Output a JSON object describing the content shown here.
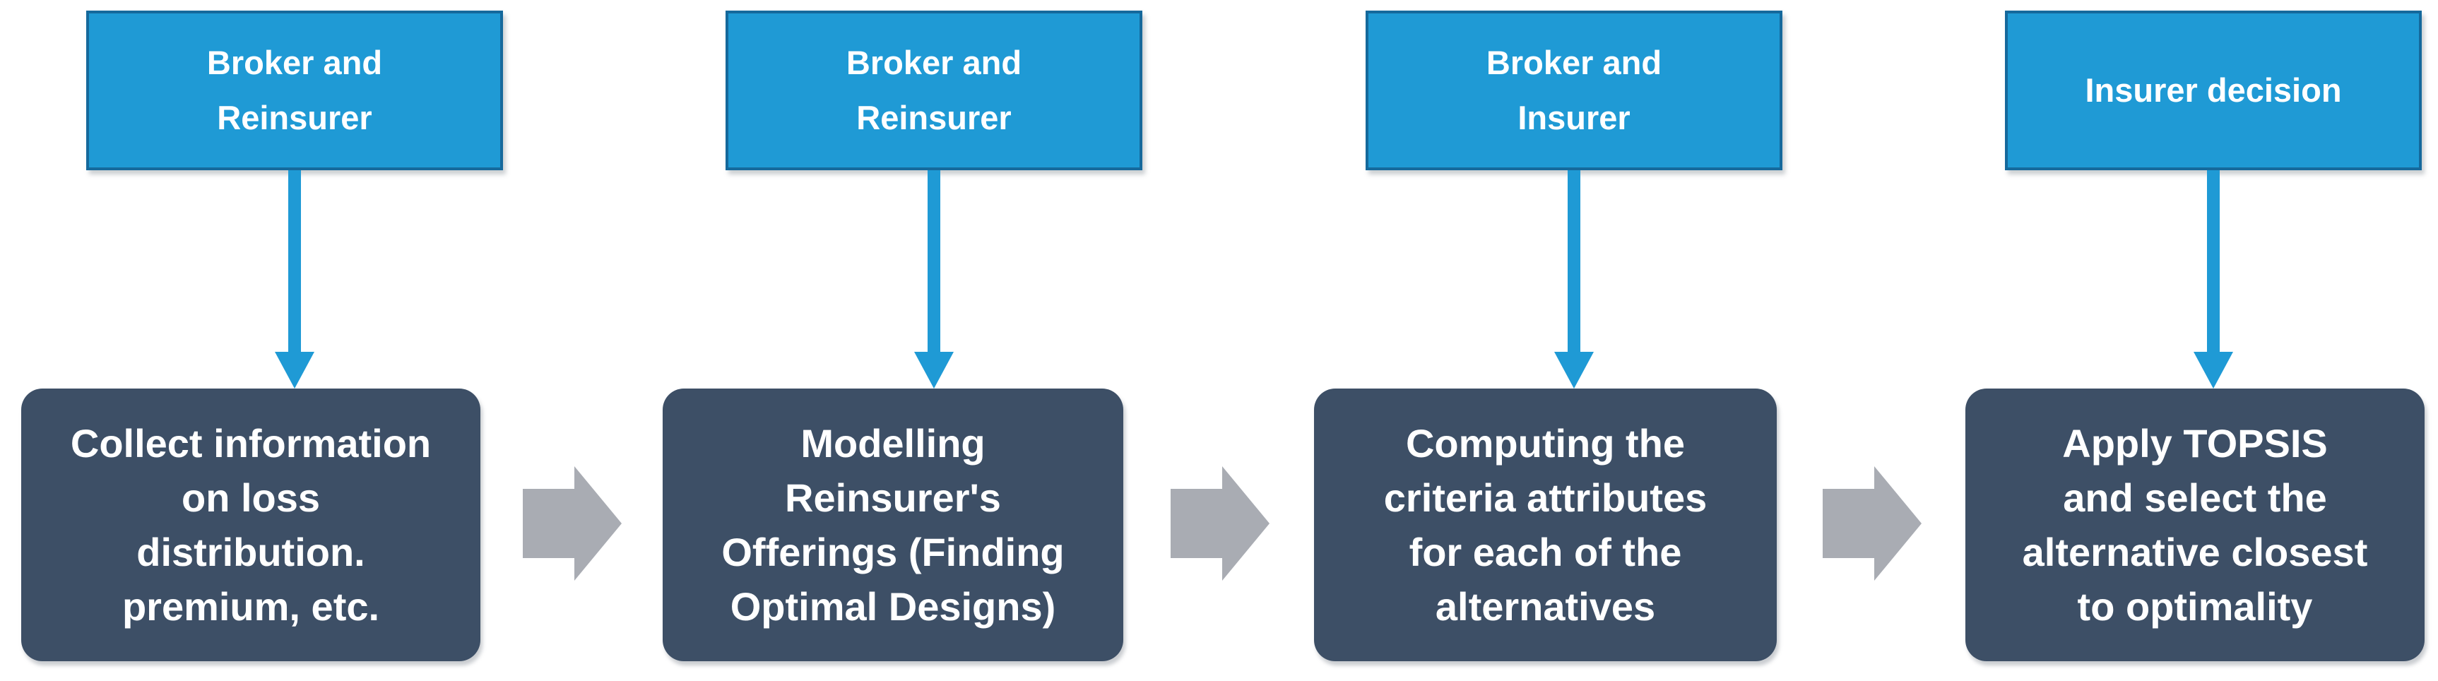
{
  "stages": [
    {
      "actor_lines": [
        "Broker and",
        "Reinsurer"
      ],
      "process_lines": [
        "Collect information",
        "on loss",
        "distribution.",
        "premium, etc."
      ]
    },
    {
      "actor_lines": [
        "Broker and",
        "Reinsurer"
      ],
      "process_lines": [
        "Modelling",
        "Reinsurer's",
        "Offerings (Finding",
        "Optimal Designs)"
      ]
    },
    {
      "actor_lines": [
        "Broker and",
        "Insurer"
      ],
      "process_lines": [
        "Computing the",
        "criteria attributes",
        "for each of the",
        "alternatives"
      ]
    },
    {
      "actor_lines": [
        "Insurer decision"
      ],
      "process_lines": [
        "Apply TOPSIS",
        "and select the",
        "alternative closest",
        "to optimality"
      ]
    }
  ],
  "colors": {
    "actor_fill": "#1F9AD5",
    "actor_border": "#15699C",
    "process_fill": "#3D4F66",
    "connector_blue": "#1F9AD5",
    "flow_arrow_gray": "#A9ACB3",
    "label_text": "#FFFFFF"
  }
}
